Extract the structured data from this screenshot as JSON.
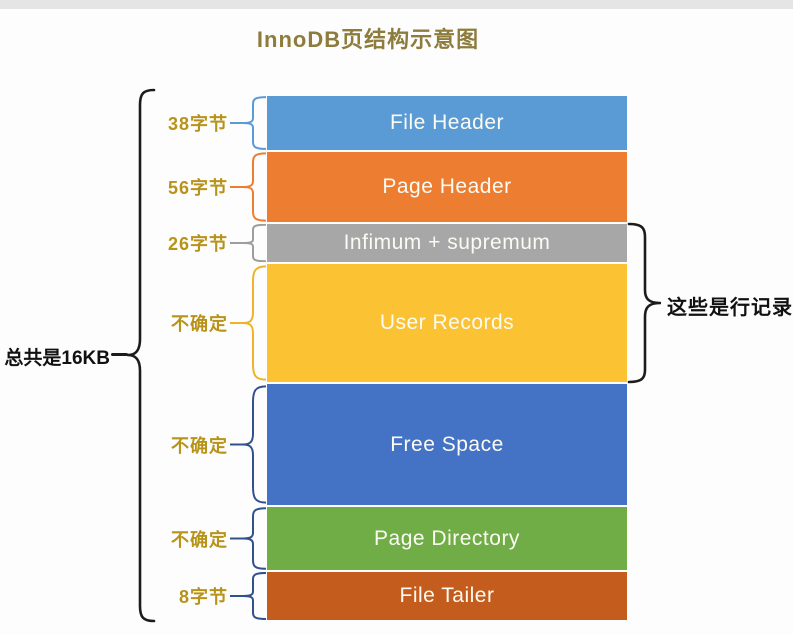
{
  "title": "InnoDB页结构示意图",
  "total_size": {
    "label": "总共是16KB"
  },
  "right_note": {
    "label": "这些是行记录"
  },
  "rows": [
    {
      "size": "38字节",
      "label": "File Header",
      "color": "#5b9bd5",
      "brace_color": "#5b9bd5"
    },
    {
      "size": "56字节",
      "label": "Page Header",
      "color": "#ed7d31",
      "brace_color": "#ed7d31"
    },
    {
      "size": "26字节",
      "label": "Infimum + supremum",
      "color": "#a7a7a7",
      "brace_color": "#9d9d9d"
    },
    {
      "size": "不确定",
      "label": "User Records",
      "color": "#fbc233",
      "brace_color": "#edb42a"
    },
    {
      "size": "不确定",
      "label": "Free Space",
      "color": "#4472c4",
      "brace_color": "#31508e"
    },
    {
      "size": "不确定",
      "label": "Page Directory",
      "color": "#70ad47",
      "brace_color": "#31508e"
    },
    {
      "size": "8字节",
      "label": "File Tailer",
      "color": "#c45c1e",
      "brace_color": "#31508e"
    }
  ],
  "colors": {
    "title": "#8d7c3c",
    "size_label": "#b7931a",
    "bracket": "#1c1c1c",
    "block_text": "#fbfbf3"
  }
}
